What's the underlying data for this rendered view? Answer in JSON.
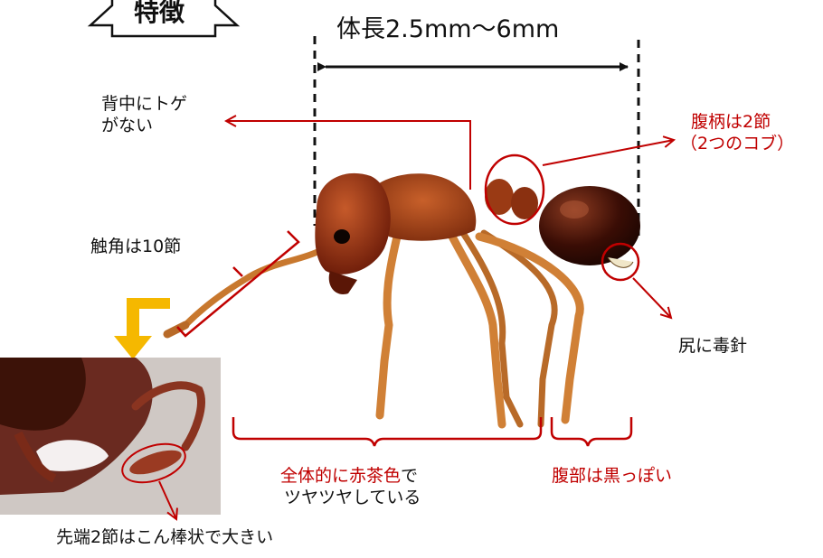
{
  "title": "特徴",
  "body_length": "体長2.5mm〜6mm",
  "labels": {
    "no_spine_line1": "背中にトゲ",
    "no_spine_line2": "がない",
    "petiole_line1": "腹柄は2節",
    "petiole_line2": "（2つのコブ）",
    "antenna": "触角は10節",
    "stinger": "尻に毒針",
    "color_red": "全体的に赤茶色",
    "color_rest": "で",
    "shiny": "ツヤツヤしている",
    "abdomen": "腹部は黒っぽい",
    "club": "先端2節はこん棒状で大きい"
  },
  "colors": {
    "accent_red": "#c00000",
    "arrow_orange": "#f5b800",
    "ant_head": "#8a2a10",
    "ant_abdomen": "#3a0d05",
    "ant_legs": "#c8782e"
  }
}
